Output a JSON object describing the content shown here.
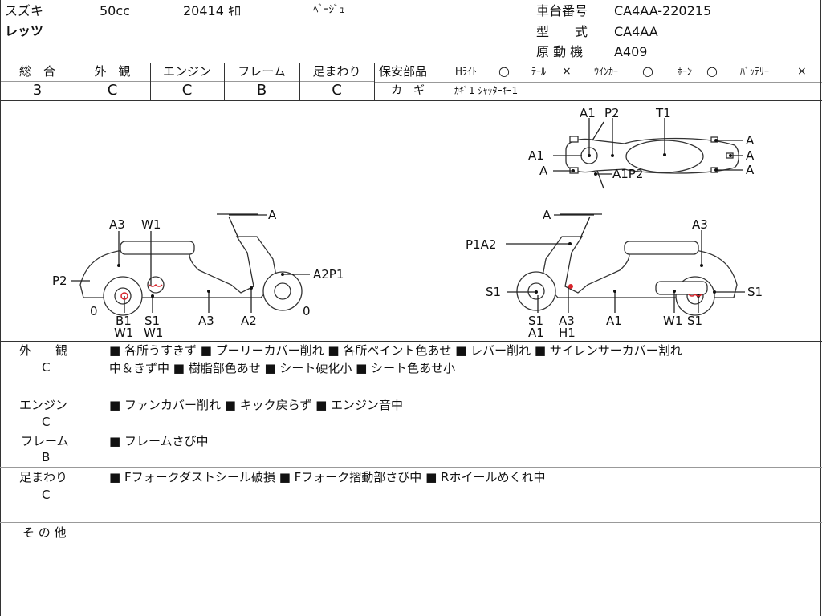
{
  "header": {
    "make": "スズキ",
    "model": "レッツ",
    "displacement": "50cc",
    "mileage": "20414 ｷﾛ",
    "color": "ﾍﾞｰｼﾞｭ",
    "frame_label": "車台番号",
    "frame_value": "CA4AA-220215",
    "type_label": "型　　式",
    "type_value": "CA4AA",
    "engine_label": "原 動 機",
    "engine_value": "A409"
  },
  "grades": [
    {
      "label": "総　合",
      "value": "3"
    },
    {
      "label": "外　観",
      "value": "C"
    },
    {
      "label": "エンジン",
      "value": "C"
    },
    {
      "label": "フレーム",
      "value": "B"
    },
    {
      "label": "足まわり",
      "value": "C"
    }
  ],
  "safety": {
    "label": "保安部品",
    "items": [
      {
        "name": "Hﾗｲﾄ",
        "mark": "○"
      },
      {
        "name": "ﾃｰﾙ",
        "mark": "×"
      },
      {
        "name": "ｳｲﾝｶｰ",
        "mark": "○"
      },
      {
        "name": "ﾎｰﾝ",
        "mark": "○"
      },
      {
        "name": "ﾊﾞｯﾃﾘｰ",
        "mark": "×"
      }
    ],
    "key_label": "カ　ギ",
    "key_value": "ｶｷﾞ1 ｼｬｯﾀｰｷｰ1"
  },
  "diagram_labels": {
    "top": {
      "a1": "A1",
      "p2": "P2",
      "t1": "T1",
      "left_a1": "A1",
      "left_a": "A",
      "a1p2": "A1P2",
      "r1": "A",
      "r2": "A",
      "r3": "A"
    },
    "left": {
      "a_bar": "A",
      "a3": "A3",
      "w1": "W1",
      "p2": "P2",
      "a2p1": "A2P1",
      "zero_l": "0",
      "zero_r": "0",
      "b1": "B1",
      "s1": "S1",
      "w1b": "W1",
      "w1c": "W1",
      "a3b": "A3",
      "a2": "A2"
    },
    "right": {
      "a_bar": "A",
      "a3": "A3",
      "p1a2": "P1A2",
      "s1l": "S1",
      "s1r": "S1",
      "s1": "S1",
      "a3b": "A3",
      "a1": "A1",
      "w1": "W1",
      "s1b": "S1",
      "a1b": "A1",
      "h1": "H1"
    }
  },
  "remarks": [
    {
      "label": "外　　観",
      "grade": "C",
      "line1": "■ 各所うすきず ■ プーリーカバー削れ ■ 各所ペイント色あせ ■ レバー削れ ■ サイレンサーカバー割れ",
      "line2": "中＆きず中 ■ 樹脂部色あせ ■ シート硬化小 ■ シート色あせ小"
    },
    {
      "label": "エンジン",
      "grade": "C",
      "line1": "■ ファンカバー削れ ■ キック戻らず ■ エンジン音中"
    },
    {
      "label": "フレーム",
      "grade": "B",
      "line1": "■ フレームさび中"
    },
    {
      "label": "足まわり",
      "grade": "C",
      "line1": "■ Fフォークダストシール破損 ■ Fフォーク摺動部さび中 ■ Rホイールめくれ中"
    },
    {
      "label": "そ の 他"
    }
  ],
  "colors": {
    "damage_mark": "#d8232a",
    "lines": "#333333"
  }
}
